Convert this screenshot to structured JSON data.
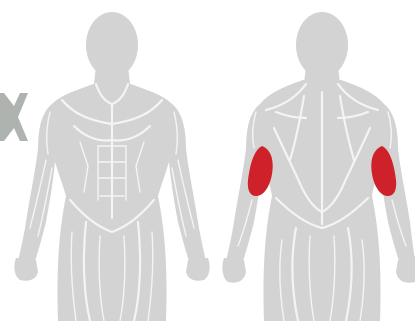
{
  "diagram": {
    "views": [
      {
        "view": "front",
        "highlighted_muscles": []
      },
      {
        "view": "back",
        "highlighted_muscles": [
          "triceps-left",
          "triceps-right"
        ]
      }
    ],
    "colors": {
      "background": "#ffffff",
      "body": "#d3d3d4",
      "muscle_lines": "#f4f4f4",
      "highlight": "#cf2129",
      "arrow": "#aeb3b0"
    },
    "icons": [
      "chevron-right-icon"
    ]
  }
}
